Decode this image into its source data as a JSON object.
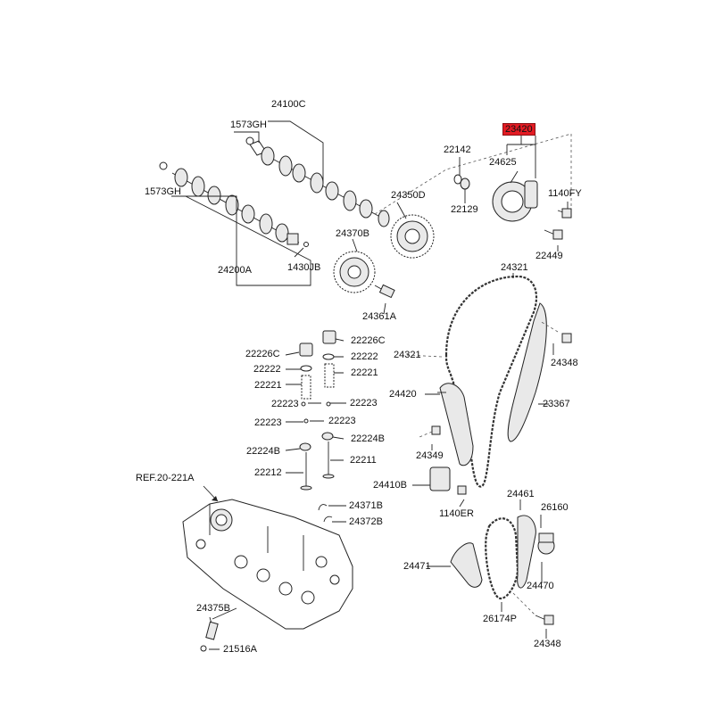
{
  "callouts": {
    "c24100C": "24100C",
    "c1573GH_top": "1573GH",
    "c1573GH_left": "1573GH",
    "c24200A": "24200A",
    "c1430JB": "1430JB",
    "c24370B": "24370B",
    "c24361A": "24361A",
    "c24350D": "24350D",
    "c22142": "22142",
    "c22129": "22129",
    "c23420": "23420",
    "c24625": "24625",
    "c1140FY": "1140FY",
    "c22449": "22449",
    "c24321_top": "24321",
    "c24321_left": "24321",
    "c24348_top": "24348",
    "c24348_bottom": "24348",
    "c23367": "23367",
    "c24420": "24420",
    "c24349": "24349",
    "c24410B": "24410B",
    "c1140ER": "1140ER",
    "c22226C_l": "22226C",
    "c22226C_r": "22226C",
    "c22222_l": "22222",
    "c22222_r": "22222",
    "c22221_l": "22221",
    "c22221_r": "22221",
    "c22223_a": "22223",
    "c22223_b": "22223",
    "c22223_c": "22223",
    "c22224B_l": "22224B",
    "c22224B_r": "22224B",
    "c22212": "22212",
    "c22211": "22211",
    "cREF": "REF.20-221A",
    "c24371B": "24371B",
    "c24372B": "24372B",
    "c24375B": "24375B",
    "c21516A": "21516A",
    "c24461": "24461",
    "c26160": "26160",
    "c24471": "24471",
    "c24470": "24470",
    "c26174P": "26174P"
  },
  "highlight_color": "#e31b23"
}
